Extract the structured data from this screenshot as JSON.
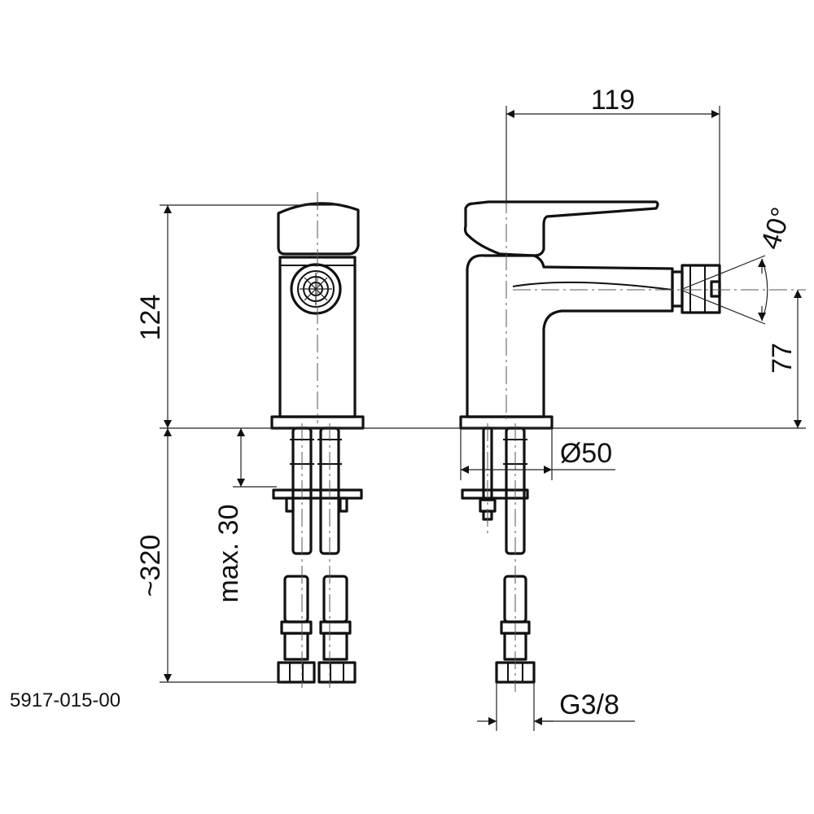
{
  "drawing": {
    "part_number": "5917-015-00",
    "dimensions": {
      "total_width": "119",
      "total_height": "124",
      "spout_angle": "40°",
      "spout_height": "77",
      "base_diameter": "Ø50",
      "hose_length": "~320",
      "max_deck_thickness": "max. 30",
      "thread_size": "G3/8"
    },
    "views": [
      "front-view",
      "side-view"
    ]
  },
  "colors": {
    "line": "#111111",
    "background": "#ffffff"
  }
}
